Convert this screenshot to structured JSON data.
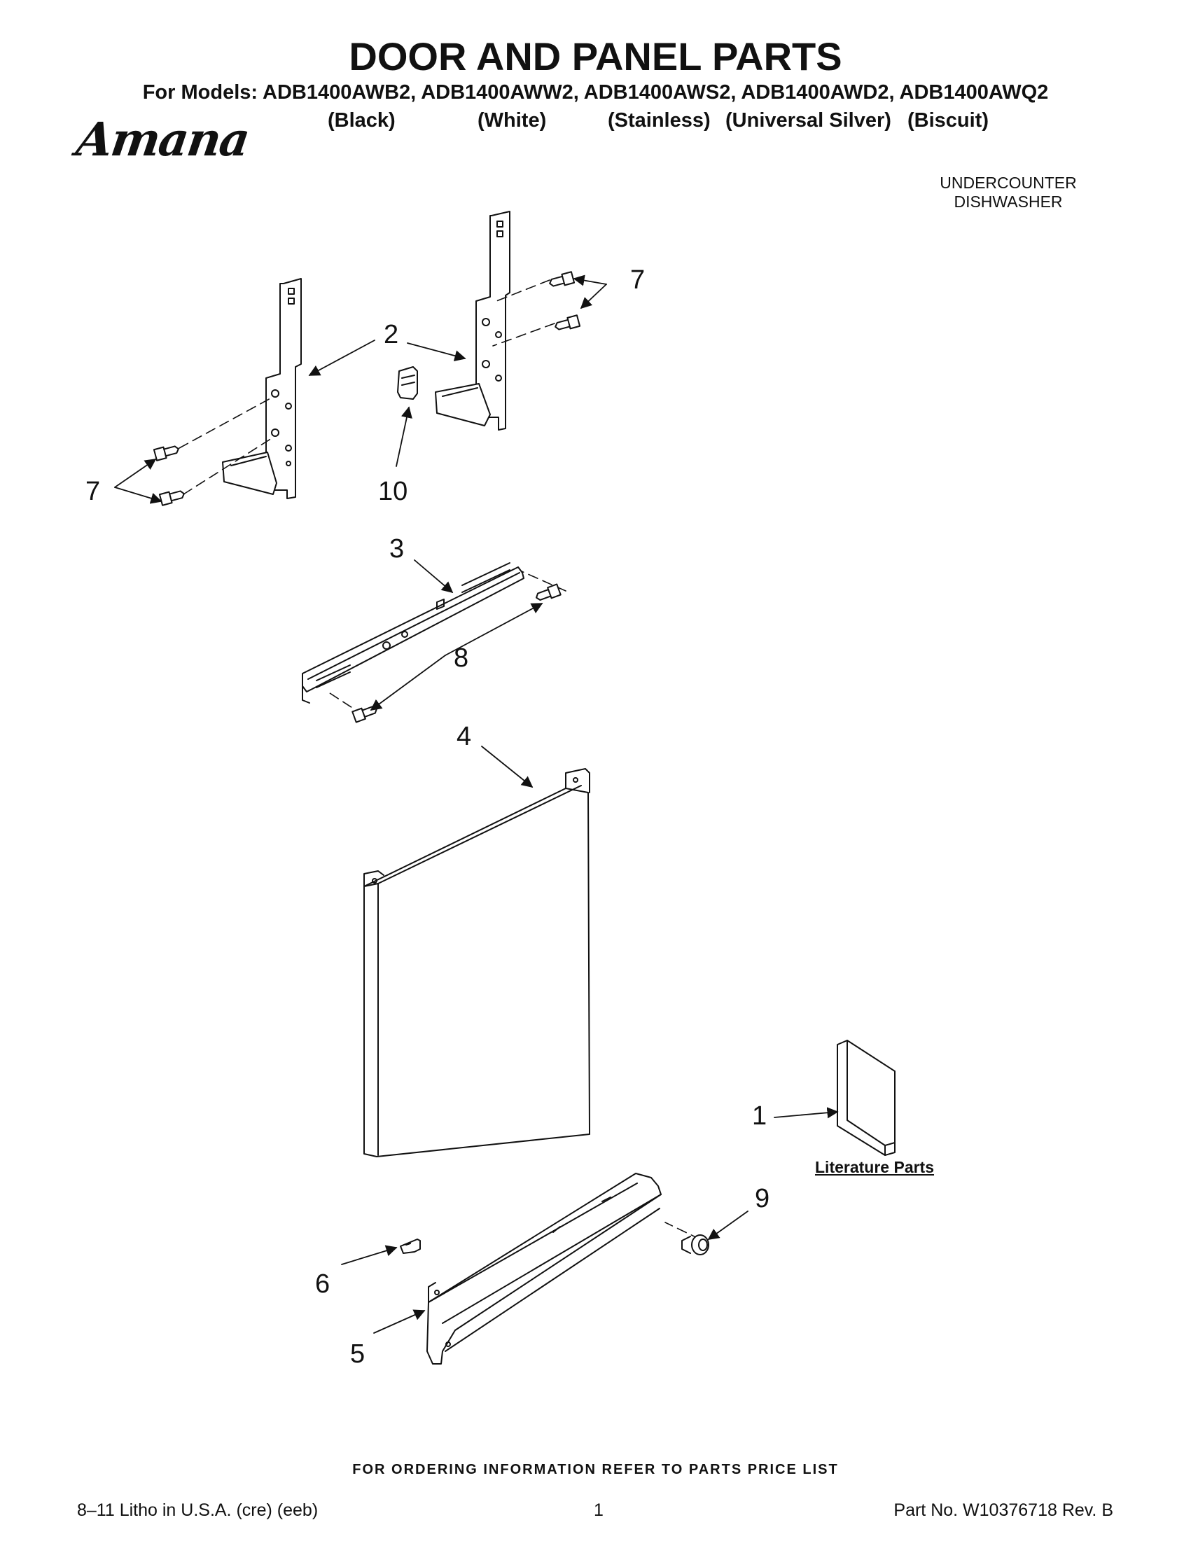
{
  "header": {
    "title": "DOOR AND PANEL PARTS",
    "models_line": "For Models: ADB1400AWB2, ADB1400AWW2, ADB1400AWS2, ADB1400AWD2, ADB1400AWQ2",
    "variants": [
      "(Black)",
      "(White)",
      "(Stainless)",
      "(Universal Silver)",
      "(Biscuit)"
    ],
    "brand": "Amana",
    "product_type": [
      "UNDERCOUNTER",
      "DISHWASHER"
    ]
  },
  "diagram": {
    "callouts": [
      "1",
      "2",
      "3",
      "4",
      "5",
      "6",
      "7",
      "7",
      "8",
      "9",
      "10"
    ],
    "literature_label": "Literature Parts"
  },
  "footer": {
    "ordering_note": "FOR ORDERING INFORMATION REFER TO PARTS PRICE LIST",
    "litho": "8–11 Litho in U.S.A. (cre) (eeb)",
    "page": "1",
    "part_number": "Part No. W10376718 Rev. B"
  }
}
